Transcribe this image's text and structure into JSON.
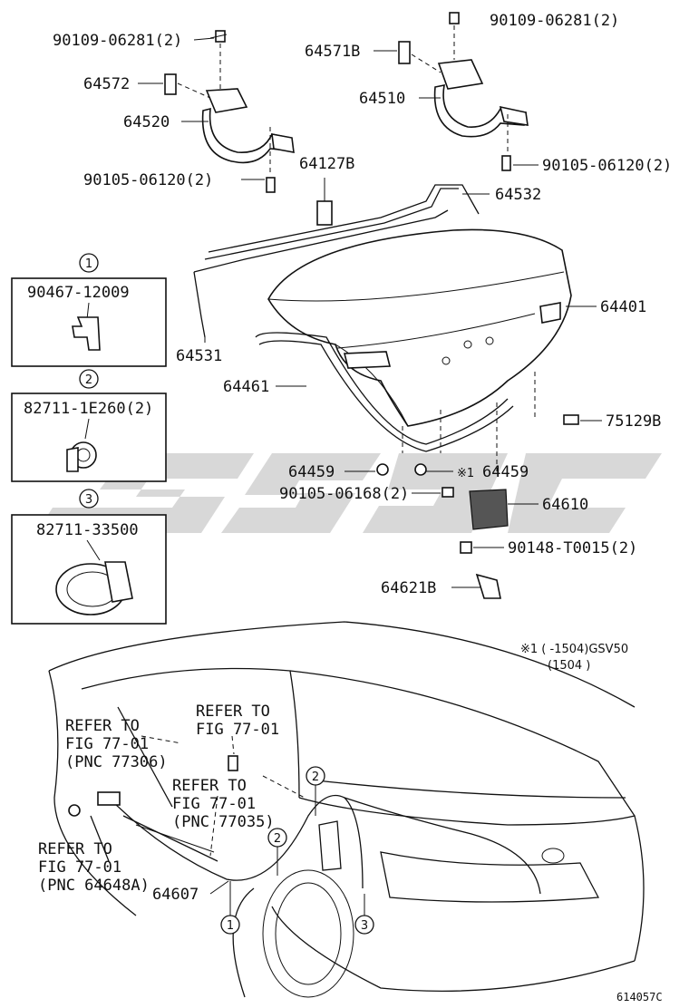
{
  "labels": {
    "p90109_top_left": "90109-06281(2)",
    "p90109_top_right": "90109-06281(2)",
    "p64571B": "64571B",
    "p64572": "64572",
    "p64510": "64510",
    "p64520": "64520",
    "p64127B": "64127B",
    "p90105_left": "90105-06120(2)",
    "p90105_right": "90105-06120(2)",
    "p64532": "64532",
    "p64401": "64401",
    "p64531": "64531",
    "p64461": "64461",
    "p75129B": "75129B",
    "p64459_left": "64459",
    "p64459_right": "64459",
    "p64459_mark": "※1",
    "p90105_06168": "90105-06168(2)",
    "p64610": "64610",
    "p90148": "90148-T0015(2)",
    "p64621B": "64621B",
    "p64607": "64607",
    "code": "614057C"
  },
  "note": {
    "line1": "※1 (     -1504)GSV50",
    "line2": "(1504         )"
  },
  "refs": {
    "r1_line1": "REFER TO",
    "r1_line2": "FIG 77-01",
    "r1_line3": "(PNC 77306)",
    "r2_line1": "REFER TO",
    "r2_line2": "FIG 77-01",
    "r3_line1": "REFER TO",
    "r3_line2": "FIG 77-01",
    "r3_line3": "(PNC 77035)",
    "r4_line1": "REFER TO",
    "r4_line2": "FIG 77-01",
    "r4_line3": "(PNC 64648A)"
  },
  "inset_boxes": [
    {
      "num": "1",
      "part": "90467-12009"
    },
    {
      "num": "2",
      "part": "82711-1E260(2)"
    },
    {
      "num": "3",
      "part": "82711-33500"
    }
  ],
  "callouts": {
    "c1": "1",
    "c2a": "2",
    "c2b": "2",
    "c3": "3"
  }
}
